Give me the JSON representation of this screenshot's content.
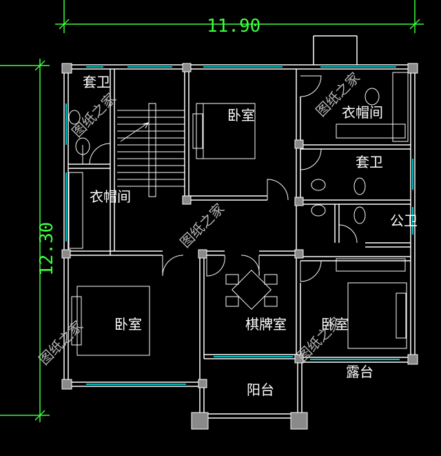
{
  "dimensions": {
    "width_label": "11.90",
    "height_label": "12.30"
  },
  "rooms": {
    "suite_bath_left": "套卫",
    "bedroom_top": "卧室",
    "cloakroom_top_right": "衣帽间",
    "suite_bath_right": "套卫",
    "cloakroom_left": "衣帽间",
    "public_bath": "公卫",
    "bedroom_left": "卧室",
    "chess_room": "棋牌室",
    "bedroom_right": "卧室",
    "terrace": "露台",
    "balcony": "阳台"
  },
  "watermark": "图纸之家",
  "colors": {
    "background": "#000000",
    "wall": "#ffffff",
    "window": "#00c8c8",
    "dimension": "#3cff3c",
    "column": "#888888"
  }
}
